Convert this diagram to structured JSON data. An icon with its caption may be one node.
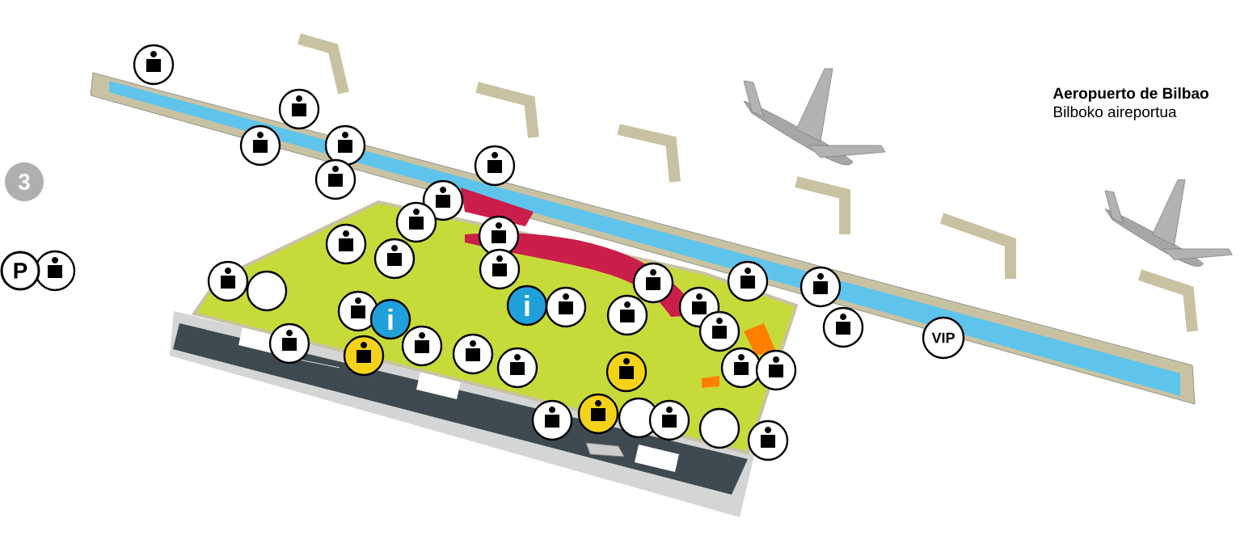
{
  "diagram": {
    "nodes": [
      {
        "text": [
          "3"
        ]
      },
      {
        "text": [
          "P"
        ]
      },
      {
        "text": [
          "i"
        ]
      },
      {
        "text": [
          "i"
        ]
      },
      {
        "text": [
          "VIP"
        ]
      }
    ],
    "labels": [
      "Aeropuerto de Bilbao",
      "Bilboko aireportua"
    ]
  }
}
